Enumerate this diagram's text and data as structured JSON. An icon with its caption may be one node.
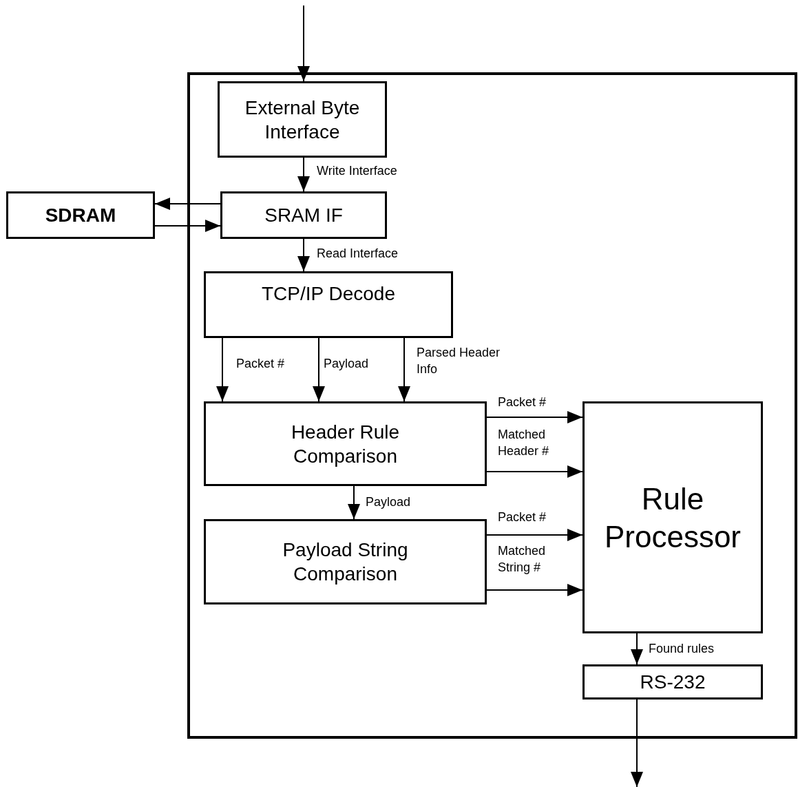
{
  "diagram": {
    "nodes": [
      {
        "text": [],
        "shape": "box"
      },
      {
        "text": [
          "External Byte Interface"
        ],
        "in": 0
      },
      {
        "text": [
          "SDRAM"
        ]
      },
      {
        "text": [
          "SRAM IF"
        ],
        "in": 0
      },
      {
        "text": [
          "TCP/IP Decode"
        ],
        "in": 0
      },
      {
        "text": [
          "Header Rule Comparison"
        ],
        "in": 0
      },
      {
        "text": [
          "Payload String Comparison"
        ],
        "in": 0
      },
      {
        "text": [
          "Rule Processor"
        ],
        "in": 0
      },
      {
        "text": [
          "RS-232"
        ],
        "in": 0
      }
    ],
    "edges": [
      {
        "from": null,
        "to": 1,
        "arrow": "to"
      },
      {
        "from": 1,
        "to": 3,
        "arrow": "to",
        "label": "Write Interface"
      },
      {
        "from": 3,
        "to": 2,
        "arrow": "to"
      },
      {
        "from": 2,
        "to": 3,
        "arrow": "to"
      },
      {
        "from": 3,
        "to": 4,
        "arrow": "to",
        "label": "Read Interface"
      },
      {
        "from": 4,
        "to": 5,
        "arrow": "to",
        "label": "Packet #"
      },
      {
        "from": 4,
        "to": 5,
        "arrow": "to",
        "label": "Payload"
      },
      {
        "from": 4,
        "to": 5,
        "arrow": "to",
        "label": "Parsed Header Info"
      },
      {
        "from": 5,
        "to": 7,
        "arrow": "to",
        "label": "Packet #"
      },
      {
        "from": 5,
        "to": 7,
        "arrow": "to",
        "label": "Matched Header #"
      },
      {
        "from": 5,
        "to": 6,
        "arrow": "to",
        "label": "Payload"
      },
      {
        "from": 6,
        "to": 7,
        "arrow": "to",
        "label": "Packet #"
      },
      {
        "from": 6,
        "to": 7,
        "arrow": "to",
        "label": "Matched String #"
      },
      {
        "from": 7,
        "to": 8,
        "arrow": "to",
        "label": "Found rules"
      },
      {
        "from": 8,
        "to": null,
        "arrow": "to"
      }
    ]
  }
}
